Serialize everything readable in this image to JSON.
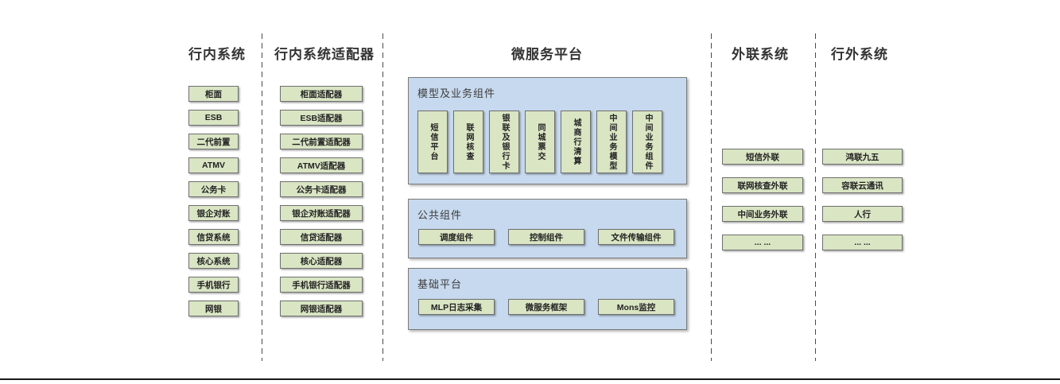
{
  "colors": {
    "green_fill": "#d9e5c3",
    "green_border": "#6f6f6f",
    "blue_fill": "#c7d9ee",
    "blue_border": "#7b7b7b",
    "header_text": "#333333"
  },
  "columns": {
    "inhouse": {
      "title": "行内系统",
      "items": [
        "柜面",
        "ESB",
        "二代前置",
        "ATMV",
        "公务卡",
        "银企对账",
        "信贷系统",
        "核心系统",
        "手机银行",
        "网银"
      ]
    },
    "adapters": {
      "title": "行内系统适配器",
      "items": [
        "柜面适配器",
        "ESB适配器",
        "二代前置适配器",
        "ATMV适配器",
        "公务卡适配器",
        "银企对账适配器",
        "信贷适配器",
        "核心适配器",
        "手机银行适配器",
        "网银适配器"
      ]
    },
    "platform": {
      "title": "微服务平台",
      "sections": [
        {
          "label": "模型及业务组件",
          "items": [
            "短信平台",
            "联网核查",
            "银联及银行卡",
            "同城票交",
            "城商行清算",
            "中间业务模型",
            "中间业务组件"
          ]
        },
        {
          "label": "公共组件",
          "items": [
            "调度组件",
            "控制组件",
            "文件传输组件"
          ]
        },
        {
          "label": "基础平台",
          "items": [
            "MLP日志采集",
            "微服务框架",
            "Mons监控"
          ]
        }
      ]
    },
    "external_link": {
      "title": "外联系统",
      "items": [
        "短信外联",
        "联网核查外联",
        "中间业务外联",
        "... ..."
      ]
    },
    "outside": {
      "title": "行外系统",
      "items": [
        "鸿联九五",
        "容联云通讯",
        "人行",
        "... ..."
      ]
    }
  }
}
